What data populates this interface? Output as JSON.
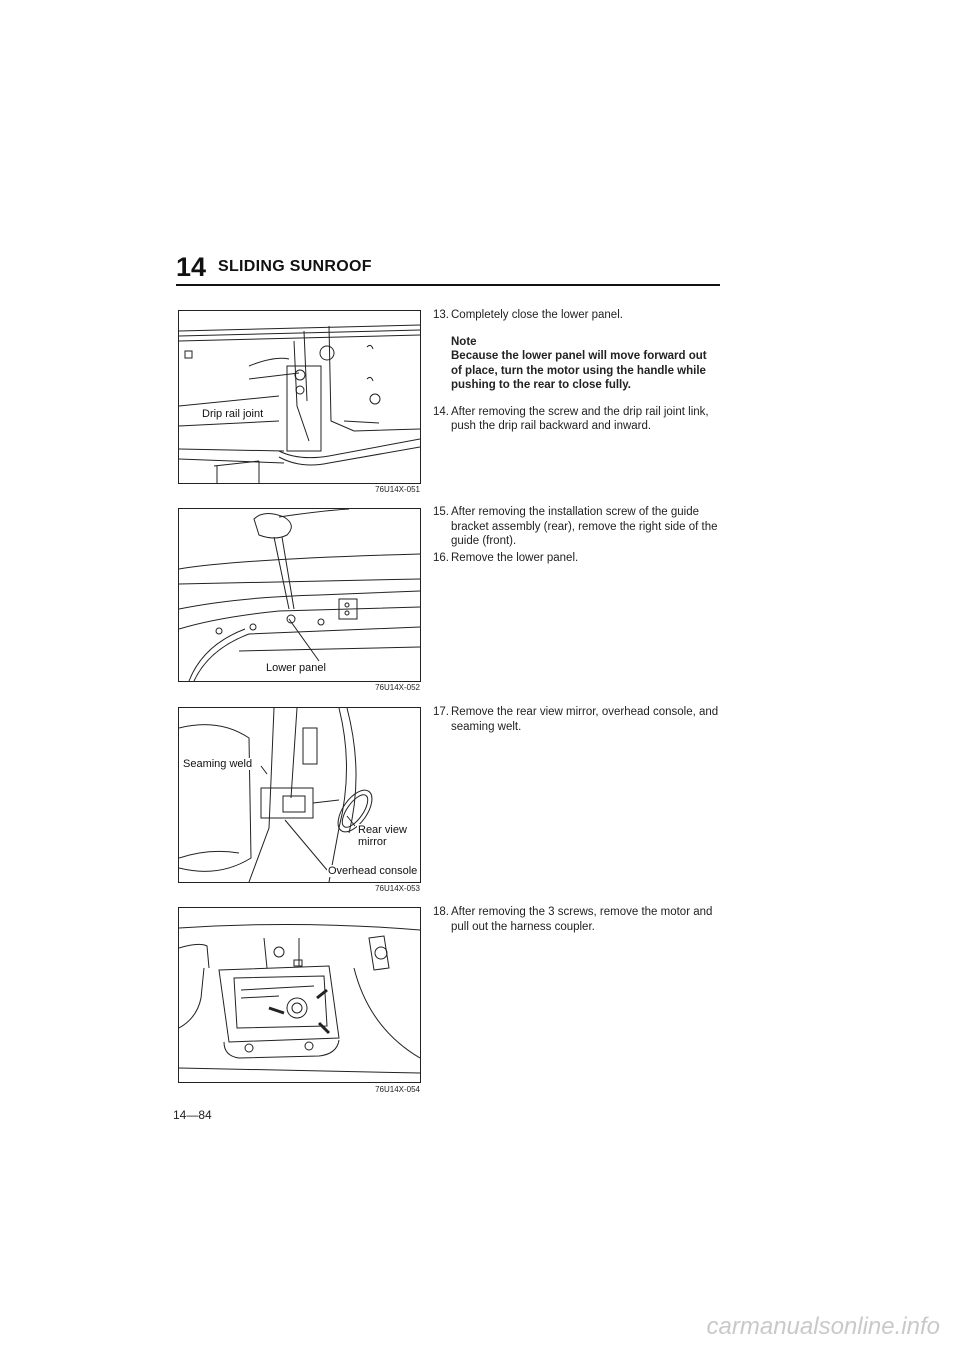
{
  "header": {
    "section_number": "14",
    "title": "SLIDING SUNROOF"
  },
  "figures": [
    {
      "code": "76U14X-051",
      "labels": [
        "Drip rail joint"
      ]
    },
    {
      "code": "76U14X-052",
      "labels": [
        "Lower panel"
      ]
    },
    {
      "code": "76U14X-053",
      "labels": [
        "Seaming weld",
        "Rear view\nmirror",
        "Overhead console"
      ]
    },
    {
      "code": "76U14X-054",
      "labels": []
    }
  ],
  "steps": {
    "s13": {
      "num": "13.",
      "text": "Completely close the lower panel."
    },
    "note": {
      "title": "Note",
      "text": "Because the lower panel will move forward out of place, turn the motor using the handle while pushing to the rear to close fully."
    },
    "s14": {
      "num": "14.",
      "text": "After removing the screw and the drip rail joint link, push the drip rail backward and inward."
    },
    "s15": {
      "num": "15.",
      "text": "After removing the installation screw of the guide bracket assembly (rear), remove the right side of the guide (front)."
    },
    "s16": {
      "num": "16.",
      "text": "Remove the lower panel."
    },
    "s17": {
      "num": "17.",
      "text": "Remove the rear view mirror, overhead console, and seaming welt."
    },
    "s18": {
      "num": "18.",
      "text": "After removing the 3 screws, remove the motor and pull out the harness coupler."
    }
  },
  "footer": {
    "page": "14—84"
  },
  "watermark": "carmanualsonline.info"
}
